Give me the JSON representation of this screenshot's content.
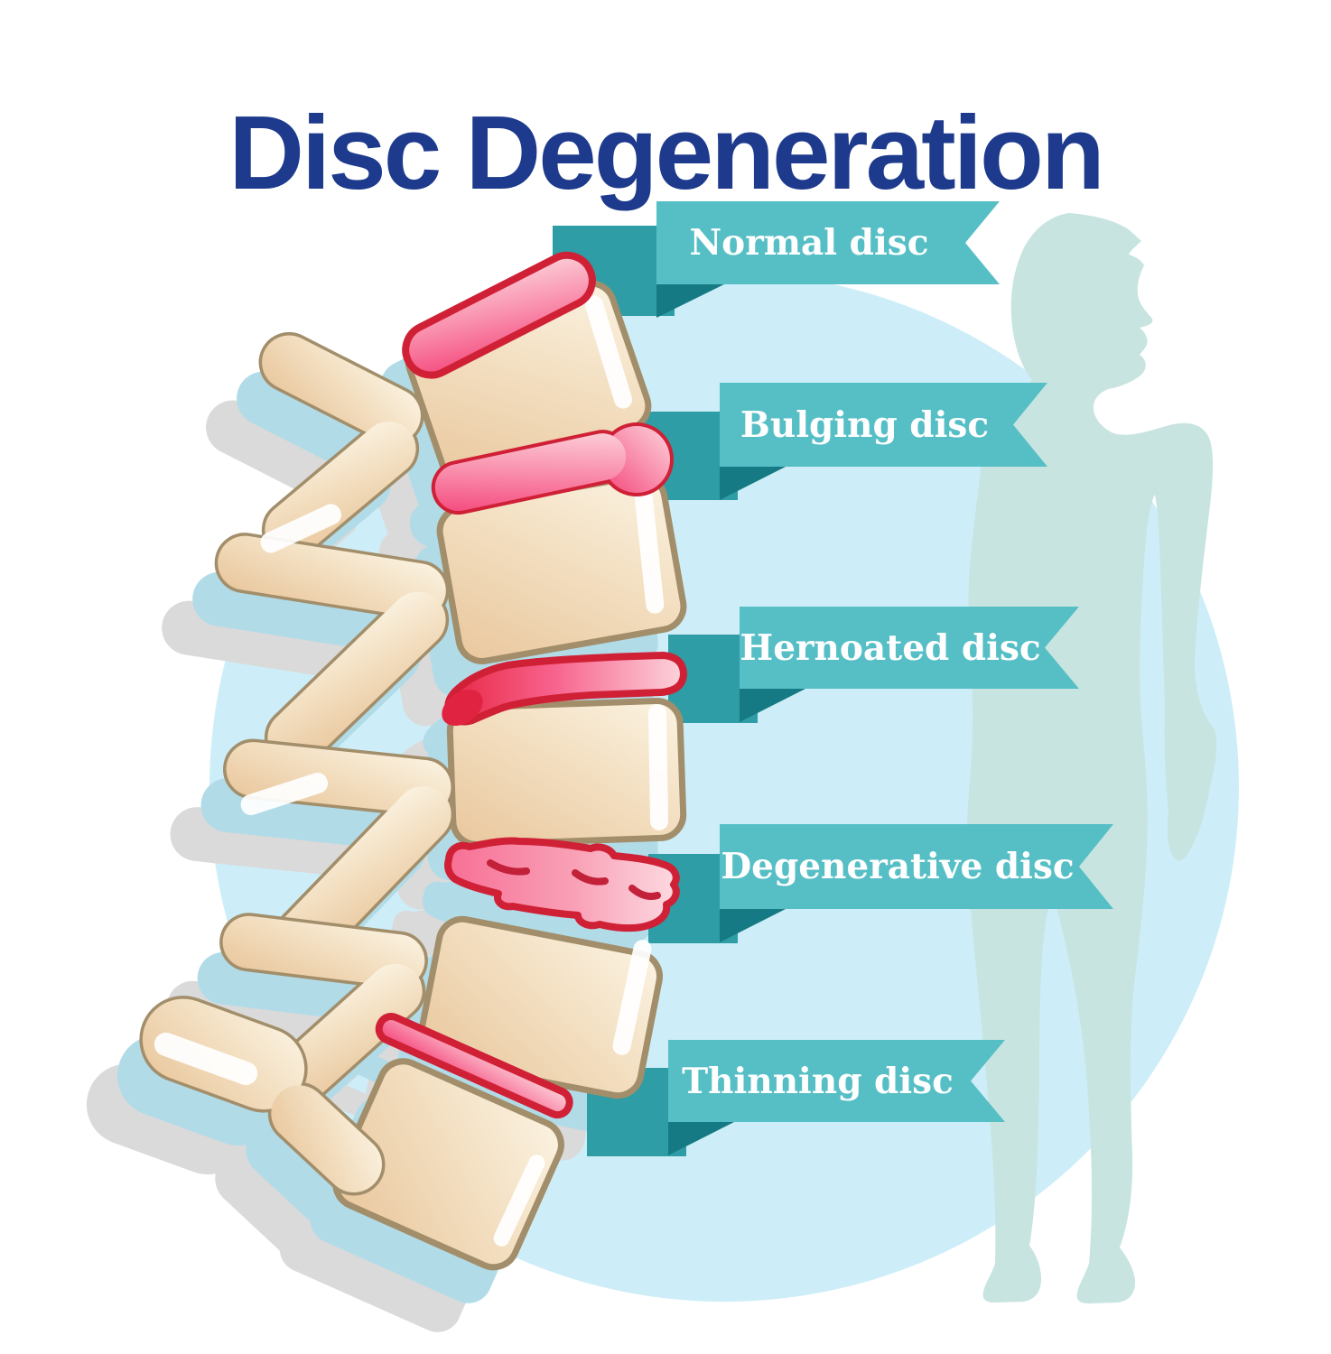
{
  "title": {
    "text": "Disc Degeneration"
  },
  "ribbons": [
    {
      "label": "Normal disc"
    },
    {
      "label": "Bulging disc"
    },
    {
      "label": "Hernoated disc"
    },
    {
      "label": "Degenerative disc"
    },
    {
      "label": "Thinning disc"
    }
  ],
  "illustration": {
    "subject": "lumbar-spine-side-view",
    "figure": "male-body-silhouette",
    "disc_types": [
      "normal-disc",
      "bulging-disc",
      "hernoated-disc",
      "degenerative-disc",
      "thinning-disc"
    ],
    "vertebrae_count": 5
  },
  "colors": {
    "background": "#ffffff",
    "title": "#1d3a8d",
    "ribbon_band": "#56bfc6",
    "ribbon_tail": "#2f9da5",
    "ribbon_fold": "#157a83",
    "label_text": "#ffffff",
    "circle": "#cdeef8",
    "silhouette": "#c8e4e0",
    "bone_fill_light": "#fbf3e2",
    "bone_fill_dark": "#e9c79d",
    "bone_outline": "#a28e6a",
    "disc_fill_light": "#fcd2da",
    "disc_fill_dark": "#f4477b",
    "disc_outline": "#cf2036",
    "herniation": "#e02340",
    "shadow": "#dadada",
    "blue_shadow": "#b2dbe8"
  }
}
